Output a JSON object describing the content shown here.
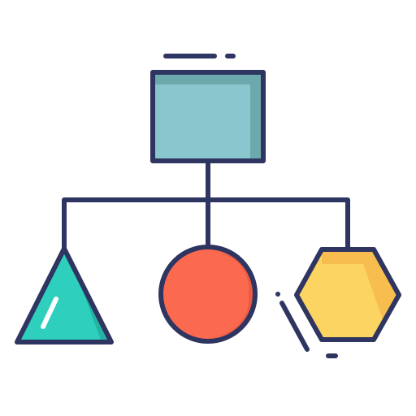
{
  "icon": {
    "name": "hierarchy-shapes-icon",
    "outline_color": "#2e3560",
    "background": "#ffffff",
    "nodes": [
      {
        "name": "square-node",
        "shape": "square",
        "fill": "#8ac6cd",
        "shade": "#6da8ad"
      },
      {
        "name": "triangle-node",
        "shape": "triangle",
        "fill": "#2ecfbd",
        "shade": "#23b3a3"
      },
      {
        "name": "circle-node",
        "shape": "circle",
        "fill": "#fb6a4e",
        "shade": "#e85a43"
      },
      {
        "name": "hexagon-node",
        "shape": "hexagon",
        "fill": "#fcd462",
        "shade": "#f7be4f"
      }
    ]
  }
}
